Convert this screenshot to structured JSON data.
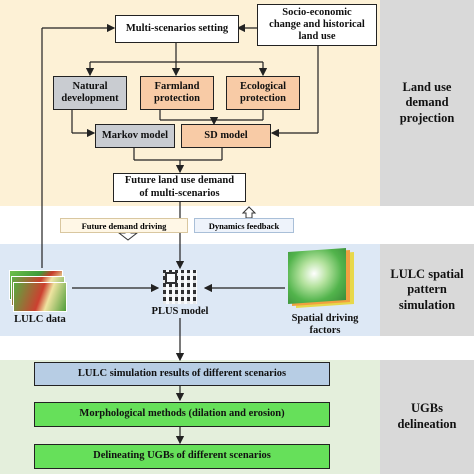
{
  "sections": [
    {
      "label": "Land use\ndemand\nprojection"
    },
    {
      "label": "LULC spatial\npattern\nsimulation"
    },
    {
      "label": "UGBs\ndelineation"
    }
  ],
  "boxes": {
    "multi_scenarios": "Multi-scenarios setting",
    "socio_economic": "Socio-economic\nchange and historical\nland use",
    "natural": "Natural\ndevelopment",
    "farmland": "Farmland\nprotection",
    "ecological": "Ecological\nprotection",
    "markov": "Markov model",
    "sd": "SD model",
    "future_demand": "Future land use demand\nof multi-scenarios",
    "lulc_results": "LULC simulation results of different scenarios",
    "morphological": "Morphological methods (dilation and erosion)",
    "delineating": "Delineating UGBs of different scenarios"
  },
  "tags": {
    "future_driving": "Future demand driving",
    "dynamics_feedback": "Dynamics feedback"
  },
  "labels": {
    "lulc_data": "LULC data",
    "plus_model": "PLUS model",
    "spatial_factors": "Spatial driving\nfactors"
  },
  "colors": {
    "band_top": "#fdf1d6",
    "band_mid": "#dde8f5",
    "band_bottom": "#e4efdc",
    "side": "#d9d9d9",
    "gray_box": "#c9ccd1",
    "orange_box": "#f8cba6",
    "blue_box": "#b7cde4",
    "green_box": "#66e05a"
  }
}
